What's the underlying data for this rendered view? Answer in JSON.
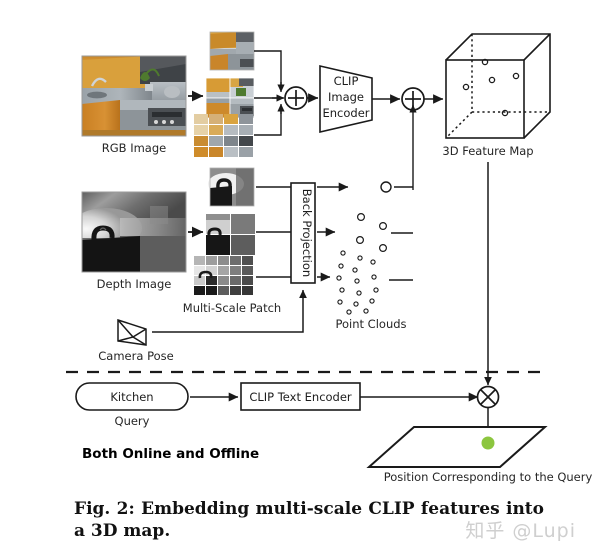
{
  "figure": {
    "labels": {
      "rgb_image": "RGB Image",
      "depth_image": "Depth Image",
      "multi_scale_patch": "Multi-Scale Patch",
      "camera_pose": "Camera Pose",
      "point_clouds": "Point Clouds",
      "feature_map": "3D Feature Map",
      "position_query": "Position Corresponding to the Query",
      "query_sub": "Query",
      "section_note": "Both Online and Offline"
    },
    "nodes": {
      "clip_image_encoder": [
        "CLIP",
        "Image",
        "Encoder"
      ],
      "back_projection": "Back Projection",
      "clip_text_encoder": "CLIP Text Encoder",
      "query_text": "Kitchen"
    },
    "operators": {
      "sum": "⊕",
      "product": "⊗"
    },
    "colors": {
      "stroke": "#1a1a1a",
      "highlight_point": "#8cc63f",
      "rgb_cabinet": "#d08a2c",
      "rgb_wall": "#e0a63f",
      "rgb_counter": "#9aa0a6",
      "watermark": "#cfcfcf"
    }
  },
  "caption": {
    "label": "Fig. 2:",
    "text": "Embedding multi-scale CLIP features into a 3D map."
  },
  "watermark": {
    "text": "知乎 @Lupi"
  }
}
